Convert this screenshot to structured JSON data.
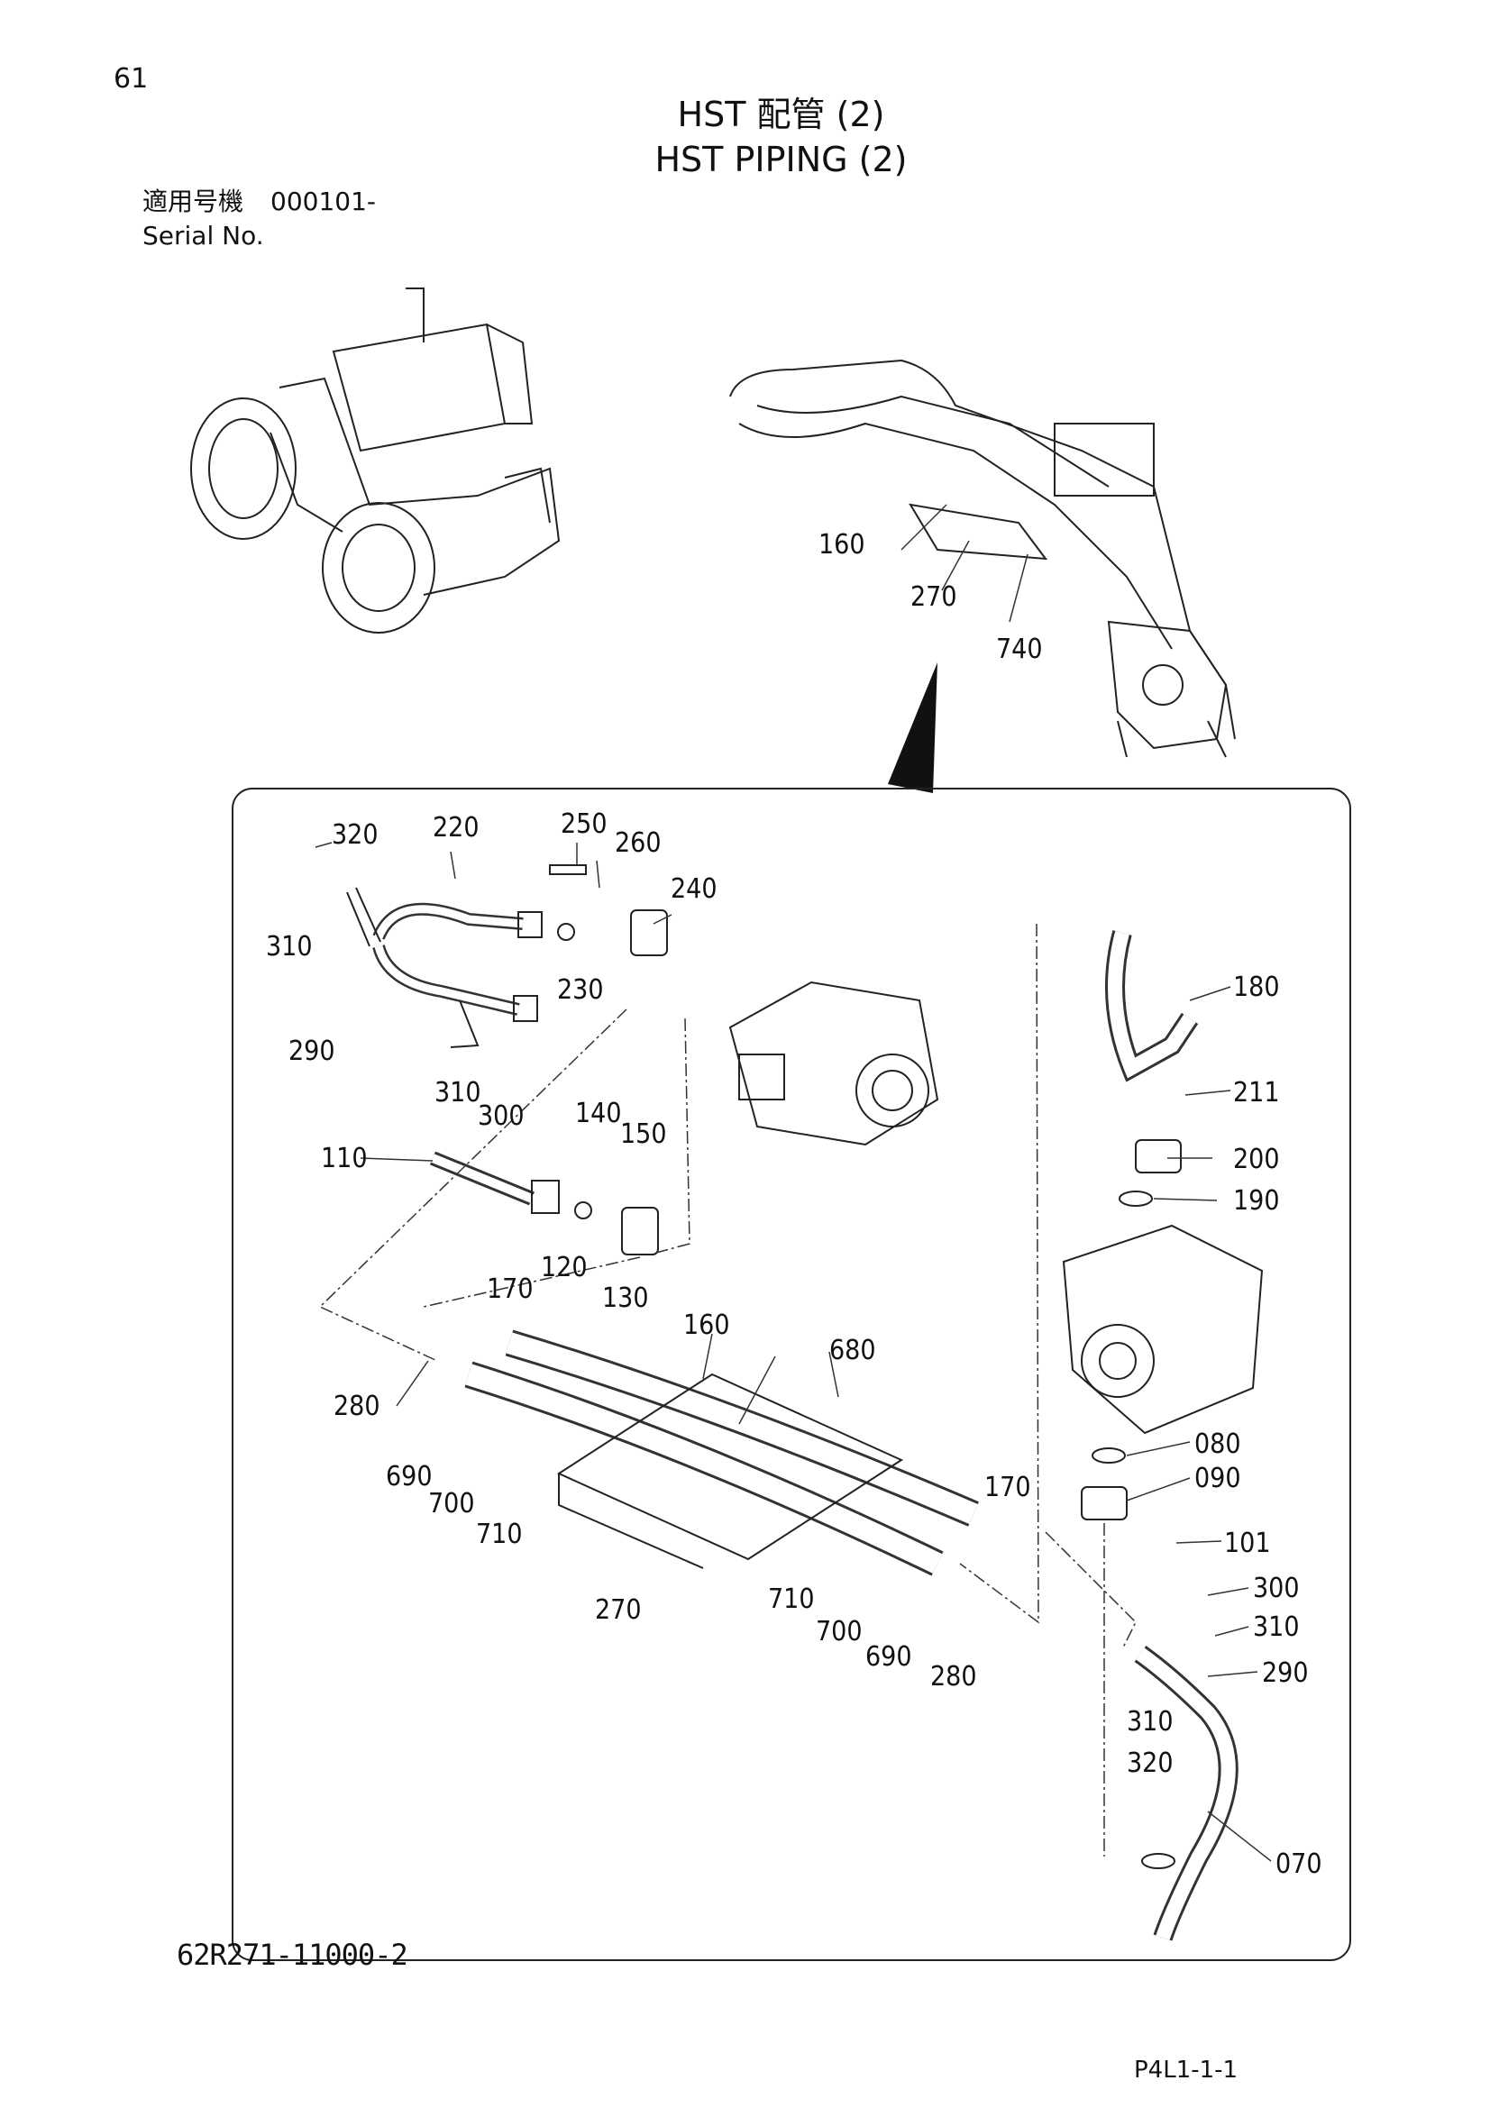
{
  "page_number": "61",
  "title_jp": "HST 配管 (2)",
  "title_en": "HST PIPING (2)",
  "serial": {
    "label_jp": "適用号機",
    "value": "000101-",
    "label_en": "Serial No."
  },
  "doc_number": "62R271-11000-2",
  "page_ref": "P4L1-1-1",
  "callouts": {
    "c160a": "160",
    "c270a": "270",
    "c740": "740",
    "c320a": "320",
    "c220": "220",
    "c250": "250",
    "c260": "260",
    "c240": "240",
    "c310a": "310",
    "c230": "230",
    "c290a": "290",
    "c310b": "310",
    "c300a": "300",
    "c140": "140",
    "c150": "150",
    "c110": "110",
    "c120": "120",
    "c130": "130",
    "c170a": "170",
    "c160b": "160",
    "c680": "680",
    "c280a": "280",
    "c690a": "690",
    "c700a": "700",
    "c710a": "710",
    "c270b": "270",
    "c710b": "710",
    "c700b": "700",
    "c690b": "690",
    "c280b": "280",
    "c170b": "170",
    "c180": "180",
    "c211": "211",
    "c200": "200",
    "c190": "190",
    "c080": "080",
    "c090": "090",
    "c101": "101",
    "c300b": "300",
    "c310c": "310",
    "c290b": "290",
    "c310d": "310",
    "c320b": "320",
    "c070": "070"
  }
}
